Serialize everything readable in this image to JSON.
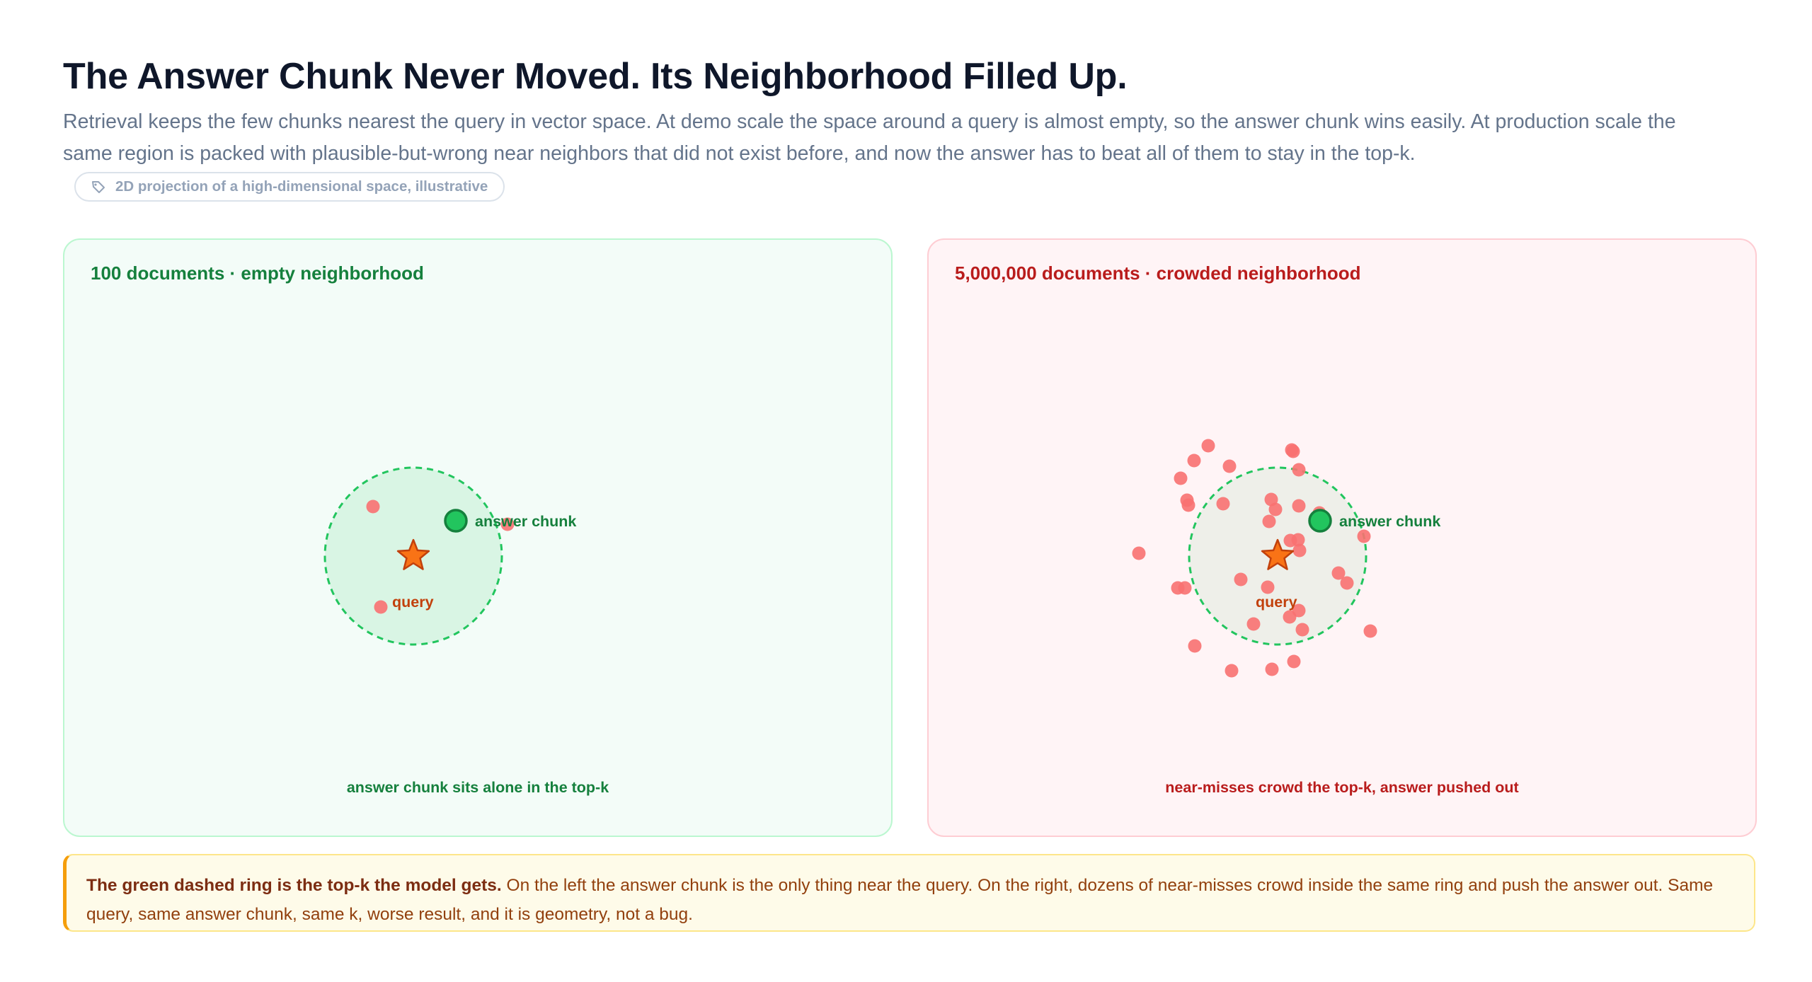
{
  "header": {
    "title": "The Answer Chunk Never Moved. Its Neighborhood Filled Up.",
    "subtitle": "Retrieval keeps the few chunks nearest the query in vector space. At demo scale the space around a query is almost empty, so the answer chunk wins easily. At production scale the same region is packed with plausible-but-wrong near neighbors that did not exist before, and now the answer has to beat all of them to stay in the top-k.",
    "tag": "2D projection of a high-dimensional space, illustrative",
    "tag_icon": "tag-icon"
  },
  "colors": {
    "good": "#15803d",
    "bad": "#b91c1c",
    "ring": "#22c55e",
    "near_miss": "#f87171",
    "query_star": "#f97316",
    "answer": "#22c55e"
  },
  "panels": [
    {
      "title": "100 documents · empty neighborhood",
      "caption": "answer chunk sits alone in the top-k",
      "query_label": "query",
      "answer_label": "answer chunk",
      "near_misses": [
        [
          -57,
          -70
        ],
        [
          133,
          -45
        ],
        [
          -46,
          72
        ]
      ]
    },
    {
      "title": "5,000,000 documents · crowded neighborhood",
      "caption": "near-misses crowd the top-k, answer pushed out",
      "query_label": "query",
      "answer_label": "answer chunk",
      "near_misses": [
        [
          -118,
          -135
        ],
        [
          -137,
          -110
        ],
        [
          -98,
          -156
        ],
        [
          -68,
          -127
        ],
        [
          20,
          -150
        ],
        [
          30,
          -122
        ],
        [
          22,
          -148
        ],
        [
          -126,
          -72
        ],
        [
          -128,
          -79
        ],
        [
          -77,
          -74
        ],
        [
          -9,
          -80
        ],
        [
          -3,
          -66
        ],
        [
          30,
          -71
        ],
        [
          59,
          -61
        ],
        [
          -12,
          -49
        ],
        [
          18,
          -22
        ],
        [
          29,
          -23
        ],
        [
          31,
          -8
        ],
        [
          122,
          -28
        ],
        [
          -196,
          -4
        ],
        [
          -131,
          45
        ],
        [
          -141,
          45
        ],
        [
          -52,
          33
        ],
        [
          -14,
          44
        ],
        [
          86,
          24
        ],
        [
          98,
          38
        ],
        [
          30,
          77
        ],
        [
          17,
          86
        ],
        [
          -34,
          96
        ],
        [
          35,
          104
        ],
        [
          131,
          106
        ],
        [
          -117,
          127
        ],
        [
          -65,
          162
        ],
        [
          -8,
          160
        ],
        [
          23,
          149
        ]
      ]
    }
  ],
  "note": {
    "lead": "The green dashed ring is the top-k the model gets.",
    "body": "On the left the answer chunk is the only thing near the query. On the right, dozens of near-misses crowd inside the same ring and push the answer out. Same query, same answer chunk, same k, worse result, and it is geometry, not a bug."
  }
}
